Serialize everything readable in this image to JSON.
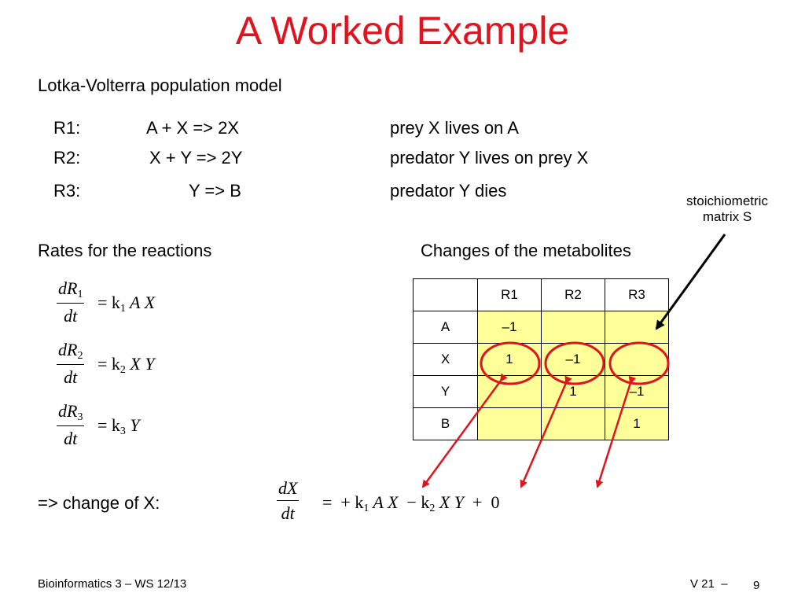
{
  "title": "A Worked Example",
  "model_heading": "Lotka-Volterra population model",
  "reactions": [
    {
      "id": "R1:",
      "eq": "A + X  =>  2X",
      "desc": "prey X lives on A"
    },
    {
      "id": "R2:",
      "eq": "X + Y  =>  2Y",
      "desc": "predator Y lives on prey X"
    },
    {
      "id": "R3:",
      "eq": "Y  =>  B",
      "desc": "predator Y dies"
    }
  ],
  "annotation": {
    "line1": "stoichiometric",
    "line2": "matrix S"
  },
  "rates_heading": "Rates for the reactions",
  "changes_heading": "Changes of the metabolites",
  "rate_eqs": [
    {
      "num": "dR",
      "sub": "1",
      "den": "dt",
      "rhs": "= k",
      "k": "1",
      "vars": " A X"
    },
    {
      "num": "dR",
      "sub": "2",
      "den": "dt",
      "rhs": "= k",
      "k": "2",
      "vars": " X Y"
    },
    {
      "num": "dR",
      "sub": "3",
      "den": "dt",
      "rhs": "= k",
      "k": "3",
      "vars": " Y"
    }
  ],
  "table": {
    "columns": [
      "R1",
      "R2",
      "R3"
    ],
    "rows": [
      {
        "label": "A",
        "cells": [
          "–1",
          "",
          ""
        ]
      },
      {
        "label": "X",
        "cells": [
          "1",
          "–1",
          ""
        ]
      },
      {
        "label": "Y",
        "cells": [
          "",
          "1",
          "–1"
        ]
      },
      {
        "label": "B",
        "cells": [
          "",
          "",
          "1"
        ]
      }
    ]
  },
  "change_label": "=> change of X:",
  "final_eq": {
    "num": "dX",
    "den": "dt",
    "t1": "=  + k",
    "k1": "1",
    "v1": " A X  ",
    "t2": "− k",
    "k2": "2",
    "v2": " X Y  ",
    "t3": "+  0"
  },
  "footer": {
    "left": "Bioinformatics 3 – WS 12/13",
    "right": "V 21  –",
    "page": "9"
  },
  "colors": {
    "title": "#e0141e",
    "matrix_fill": "#ffff99",
    "circle": "#e0141e"
  }
}
